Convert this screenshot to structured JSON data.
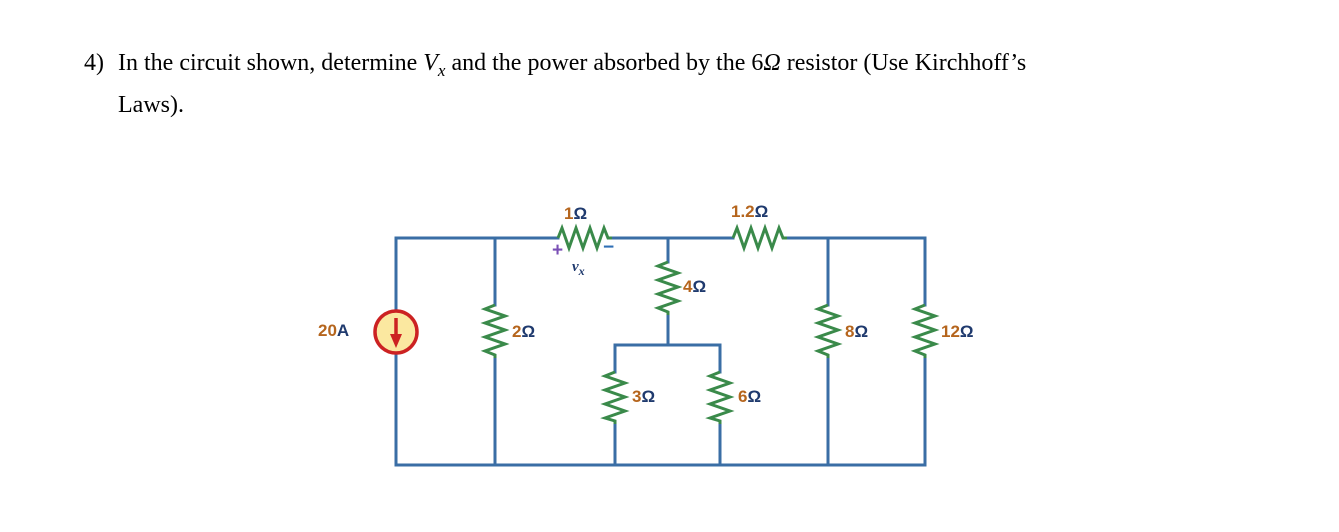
{
  "question": {
    "number": "4)",
    "line1_before_vx": "In the circuit shown, determine ",
    "vx_symbol": "V",
    "vx_sub": "x",
    "line1_after_vx": " and the power absorbed by the 6",
    "ohm_inline": "Ω",
    "line1_tail": " resistor (Use Kirchhoff’s",
    "line2": "Laws)."
  },
  "circuit": {
    "source": {
      "value": "20",
      "unit": "A",
      "name": "current-source",
      "direction": "down",
      "fill_color": "#fbe8a0",
      "border_color": "#cc2222",
      "arrow_color": "#cc2222"
    },
    "wire_color": "#3a6ea5",
    "resistor_color": "#3a8a4a",
    "number_color": "#b5651d",
    "ohm_color": "#1f3a6e",
    "vx": {
      "symbol": "v",
      "sub": "x",
      "plus": "+",
      "minus": "−"
    },
    "resistors": [
      {
        "name": "resistor-1ohm",
        "value": "1",
        "unit": "Ω",
        "orientation": "horizontal"
      },
      {
        "name": "resistor-1p2ohm",
        "value": "1.2",
        "unit": "Ω",
        "orientation": "horizontal"
      },
      {
        "name": "resistor-2ohm",
        "value": "2",
        "unit": "Ω",
        "orientation": "vertical"
      },
      {
        "name": "resistor-4ohm",
        "value": "4",
        "unit": "Ω",
        "orientation": "vertical"
      },
      {
        "name": "resistor-3ohm",
        "value": "3",
        "unit": "Ω",
        "orientation": "vertical"
      },
      {
        "name": "resistor-6ohm",
        "value": "6",
        "unit": "Ω",
        "orientation": "vertical"
      },
      {
        "name": "resistor-8ohm",
        "value": "8",
        "unit": "Ω",
        "orientation": "vertical"
      },
      {
        "name": "resistor-12ohm",
        "value": "12",
        "unit": "Ω",
        "orientation": "vertical"
      }
    ]
  }
}
